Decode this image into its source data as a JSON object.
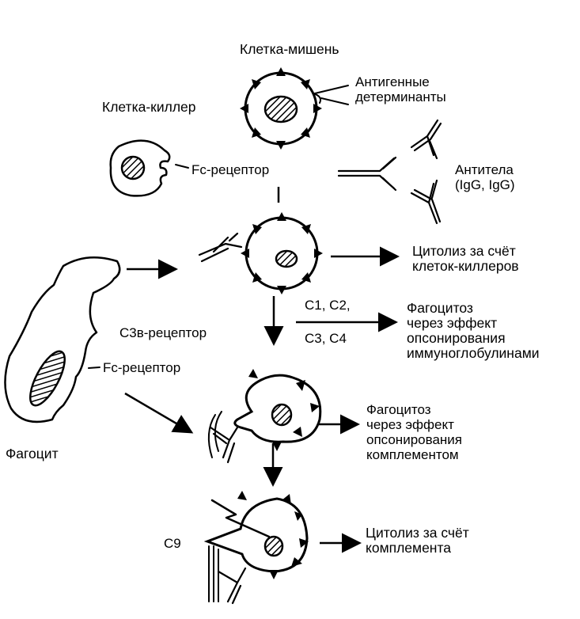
{
  "labels": {
    "target_cell": "Клетка-мишень",
    "antigenic_determinants": "Антигенные\nдетерминанты",
    "killer_cell": "Клетка-киллер",
    "fc_receptor_killer": "Fc-рецептор",
    "antibodies": "Антитела\n(IgG, IgG)",
    "cytolysis_killer": "Цитолиз за счёт\nклеток-киллеров",
    "complement_top": "C1, C2,",
    "complement_bottom": "C3, C4",
    "c3b_receptor": "C3в-рецептор",
    "phagocytosis_ig": "Фагоцитоз\nчерез эффект\nопсонирования\nиммуноглобулинами",
    "fc_receptor_phagocyte": "Fc-рецептор",
    "phagocyte": "Фагоцит",
    "phagocytosis_complement": "Фагоцитоз\nчерез эффект\nопсонирования\nкомплементом",
    "c9": "C9",
    "cytolysis_complement": "Цитолиз за счёт\nкомплемента"
  }
}
